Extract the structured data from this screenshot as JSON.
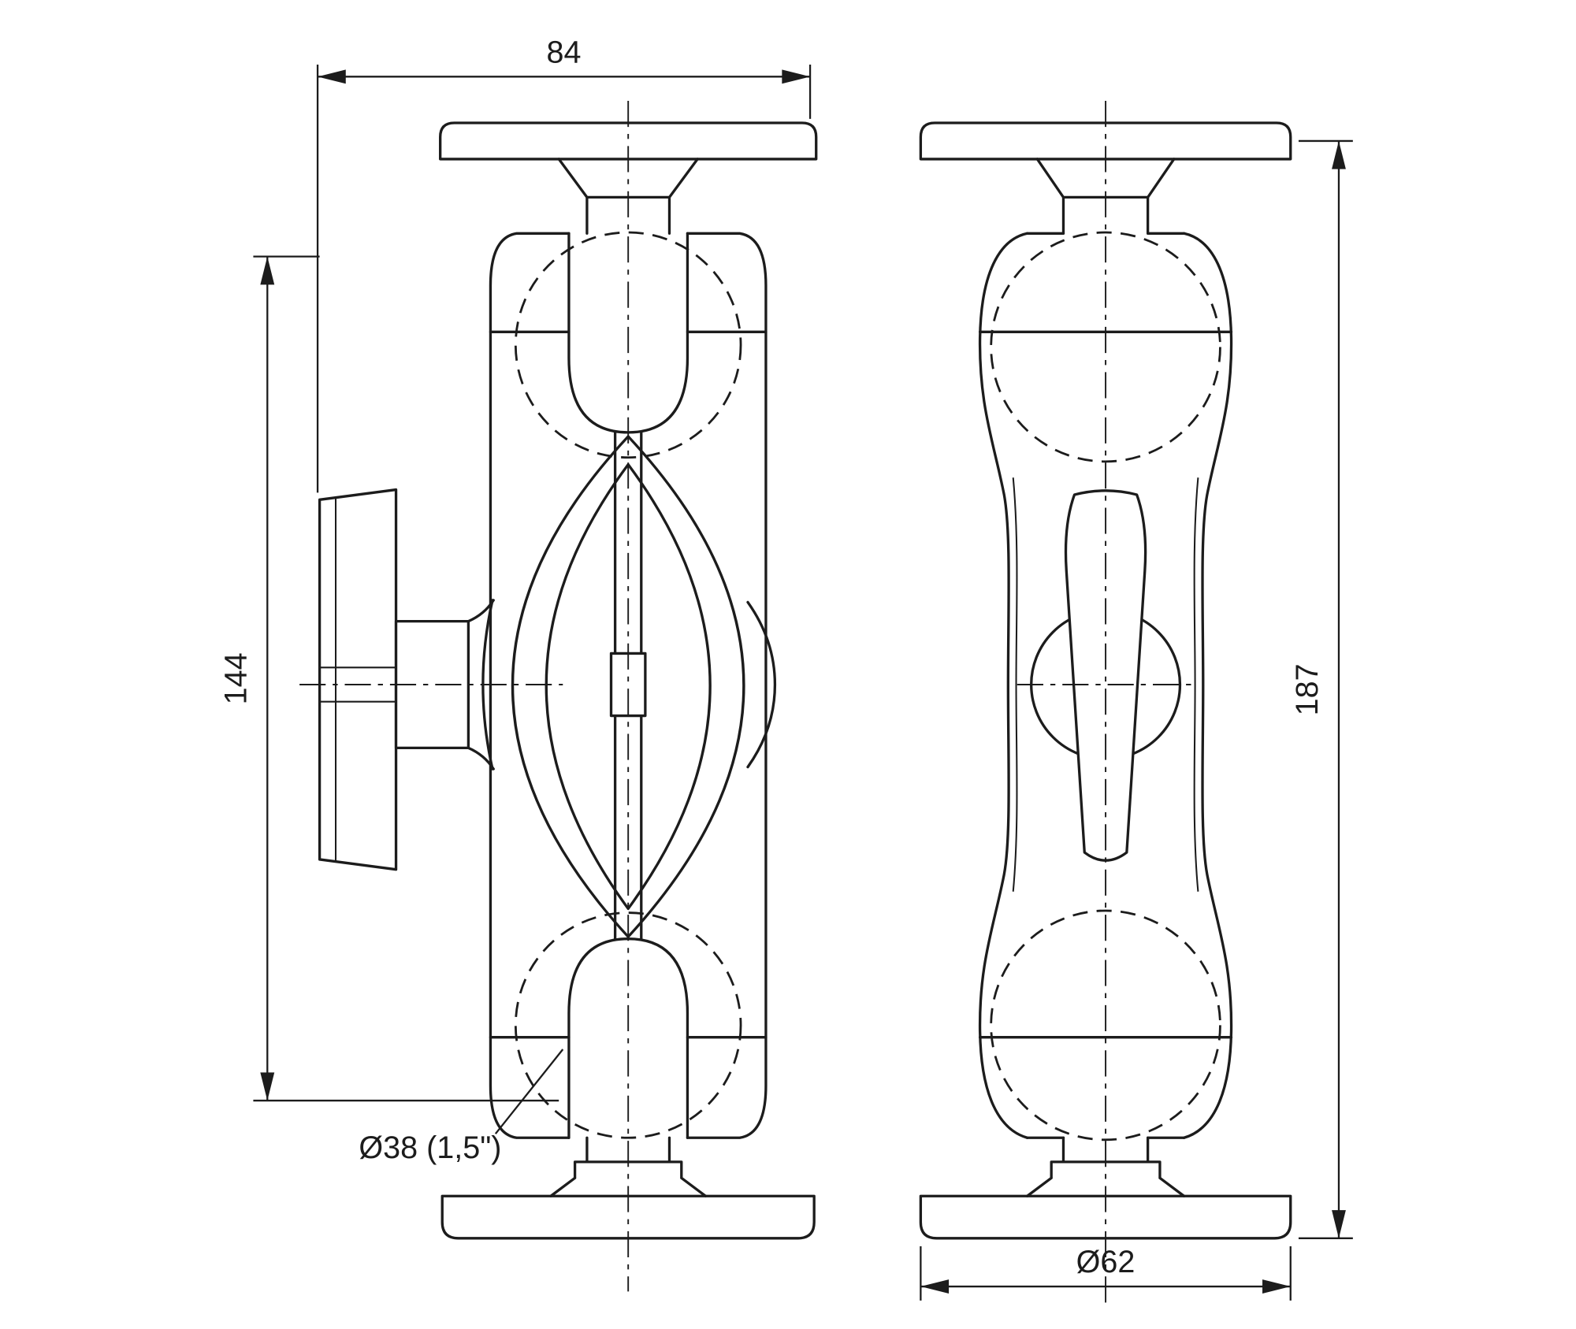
{
  "drawing": {
    "type": "technical-drawing",
    "labels": {
      "dim_top_width": "84",
      "dim_left_height": "144",
      "dim_right_height": "187",
      "dim_ball_diameter": "Ø38 (1,5\")",
      "dim_base_diameter": "Ø62"
    },
    "colors": {
      "line": "#1c1c1c",
      "background": "#ffffff"
    }
  }
}
